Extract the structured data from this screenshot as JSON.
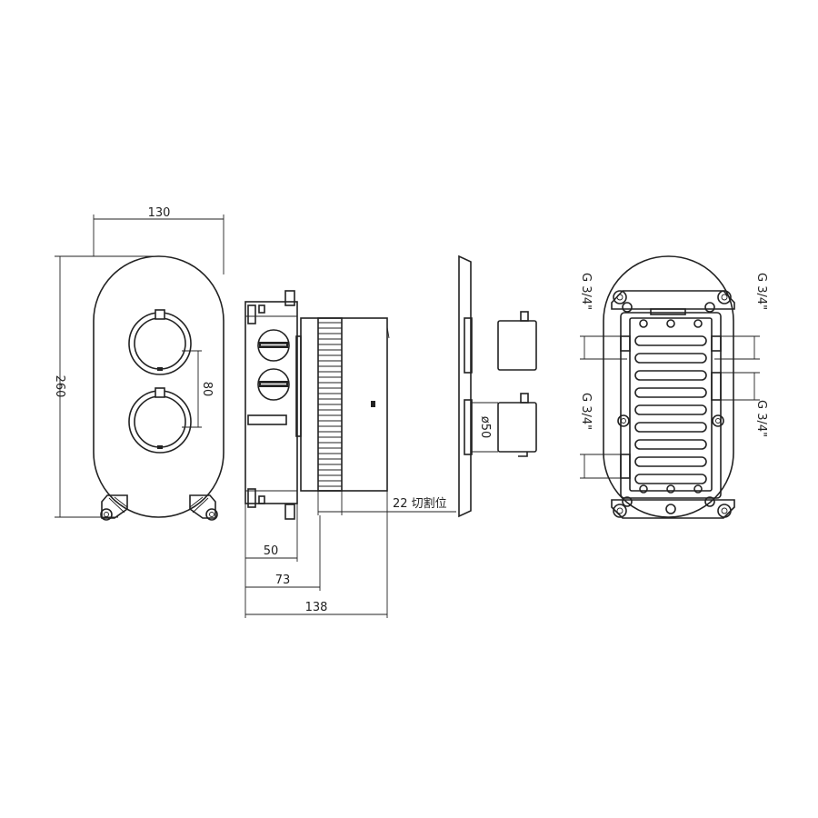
{
  "front_view": {
    "dim_width": "130",
    "dim_height": "260",
    "dim_spacing": "80"
  },
  "side_view": {
    "dim_cut": "22 切割位",
    "dim_depth_1": "50",
    "dim_depth_2": "73",
    "dim_depth_3": "138"
  },
  "detail_view": {
    "dim_diameter": "ø50"
  },
  "back_view": {
    "port_top_left": "G 3/4\"",
    "port_top_right": "G 3/4\"",
    "port_bottom_left": "G 3/4\"",
    "port_bottom_right": "G 3/4\""
  }
}
